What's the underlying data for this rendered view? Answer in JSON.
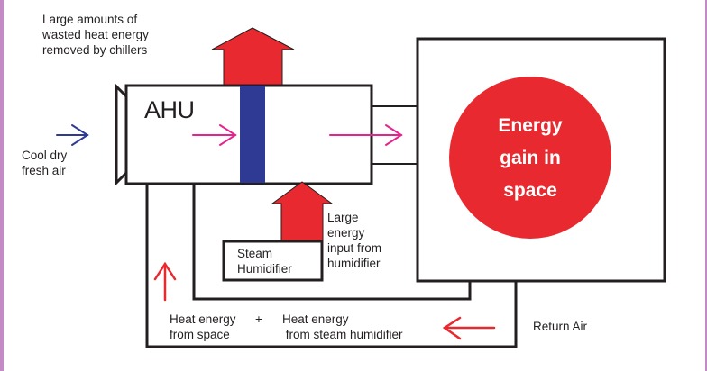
{
  "title": "AHU energy flow with steam humidifier",
  "colors": {
    "frame": "#c38bc5",
    "heat_red": "#e8292f",
    "coil_blue": "#2e3a94",
    "airflow_pink": "#e5238d",
    "fresh_air_blue": "#2e3a94",
    "outline": "#231f20"
  },
  "labels": {
    "chillers_note": "Large amounts of\nwasted heat energy\nremoved by chillers",
    "ahu": "AHU",
    "fresh_air": "Cool dry\nfresh air",
    "space_gain": "Energy\ngain in\nspace",
    "steam_humidifier": "Steam\nHumidifier",
    "humidifier_input": "Large\nenergy\ninput from\nhumidifier",
    "heat_from_space": "Heat energy\nfrom space",
    "plus": "+",
    "heat_from_humidifier": "Heat energy\n from steam humidifier",
    "return_air": "Return Air"
  },
  "icons": {
    "fresh_air_arrow": "arrow-right-icon",
    "supply_arrow_in": "arrow-right-icon",
    "supply_arrow_out": "arrow-right-icon",
    "return_up_arrow": "arrow-up-icon",
    "return_left_arrow": "arrow-left-icon",
    "chiller_heat_arrow": "block-arrow-up-icon",
    "humidifier_heat_arrow": "block-arrow-up-icon"
  }
}
